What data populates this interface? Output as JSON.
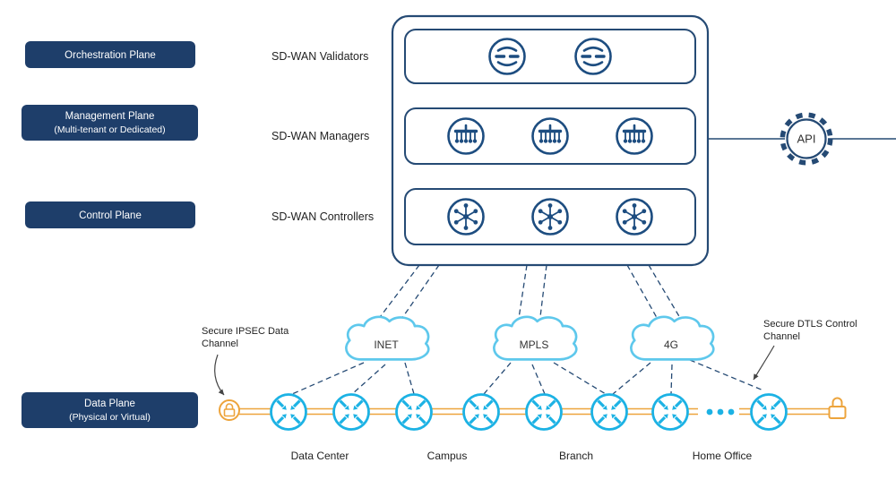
{
  "planes": [
    {
      "label": "Orchestration Plane"
    },
    {
      "label": "Management Plane",
      "sub": "(Multi-tenant or Dedicated)"
    },
    {
      "label": "Control Plane"
    },
    {
      "label": "Data Plane",
      "sub": "(Physical or Virtual)"
    }
  ],
  "tiers": [
    {
      "label": "SD-WAN Validators",
      "node_count": 2
    },
    {
      "label": "SD-WAN Managers",
      "node_count": 3
    },
    {
      "label": "SD-WAN Controllers",
      "node_count": 3
    }
  ],
  "api": {
    "label": "API"
  },
  "transport_clouds": [
    {
      "label": "INET"
    },
    {
      "label": "MPLS"
    },
    {
      "label": "4G"
    }
  ],
  "sites": [
    {
      "label": "Data Center"
    },
    {
      "label": "Campus"
    },
    {
      "label": "Branch"
    },
    {
      "label": "Home Office"
    }
  ],
  "edge_router_count": 8,
  "annotations": {
    "ipsec_line1": "Secure IPSEC Data",
    "ipsec_line2": "Channel",
    "dtls_line1": "Secure DTLS Control",
    "dtls_line2": "Channel"
  },
  "colors": {
    "navyBox": "#1e3e6a",
    "navy": "#254a74",
    "iconNavy": "#1d4d80",
    "cyan": "#1cb2e4",
    "cloudCyan": "#5ec8ec",
    "orange": "#eda43c"
  }
}
